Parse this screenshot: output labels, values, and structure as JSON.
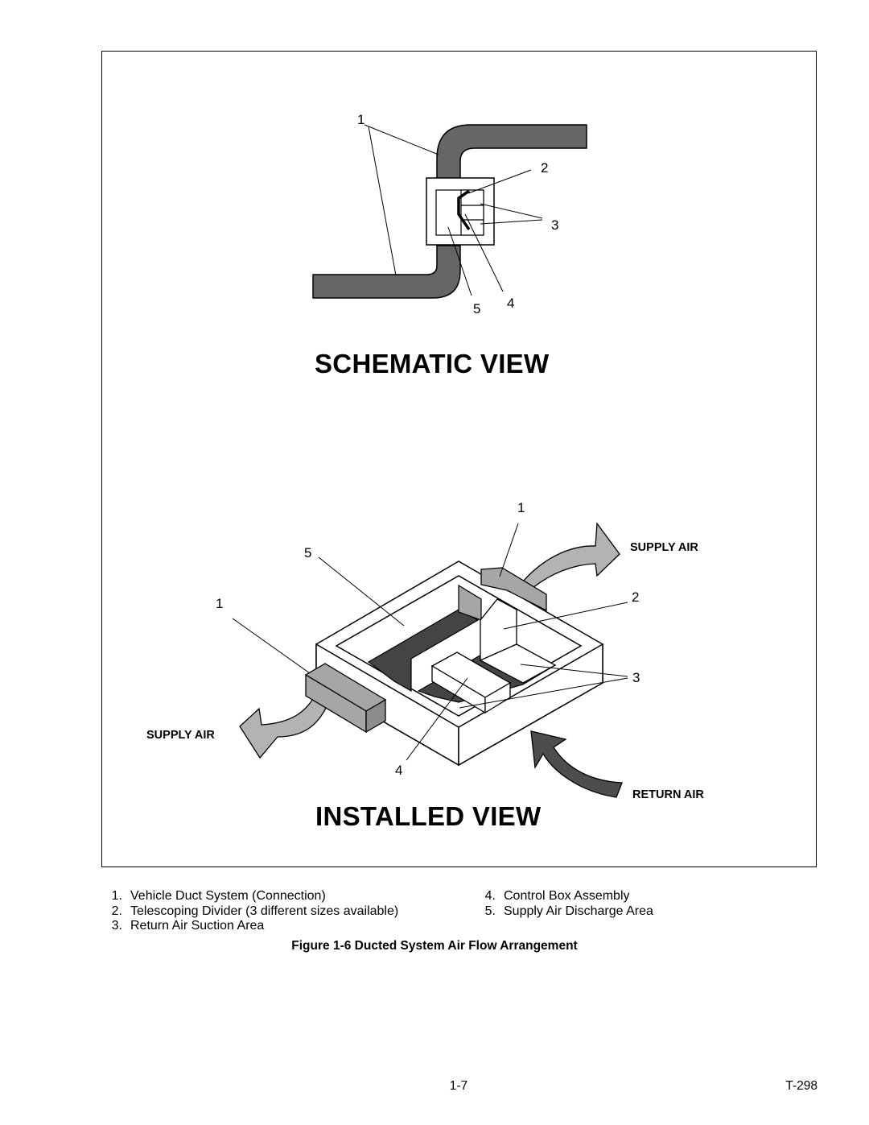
{
  "schematic": {
    "title": "SCHEMATIC VIEW",
    "callouts": {
      "c1": "1",
      "c2": "2",
      "c3": "3",
      "c4": "4",
      "c5": "5"
    },
    "colors": {
      "duct": "#666666",
      "outline": "#000000"
    }
  },
  "installed": {
    "title": "INSTALLED VIEW",
    "callouts": {
      "c1_top": "1",
      "c1_left": "1",
      "c2": "2",
      "c3": "3",
      "c4": "4",
      "c5": "5"
    },
    "labels": {
      "supply_air_right": "SUPPLY AIR",
      "supply_air_left": "SUPPLY AIR",
      "return_air": "RETURN AIR"
    },
    "colors": {
      "supply_arrow": "#b3b3b3",
      "return_arrow": "#4d4d4d",
      "duct_dark": "#444444",
      "box_gray": "#a6a6a6"
    }
  },
  "legend": {
    "left": [
      {
        "num": "1.",
        "text": "Vehicle Duct System (Connection)"
      },
      {
        "num": "2.",
        "text": "Telescoping Divider (3 different sizes available)"
      },
      {
        "num": "3.",
        "text": "Return Air Suction Area"
      }
    ],
    "right": [
      {
        "num": "4.",
        "text": "Control Box Assembly"
      },
      {
        "num": "5.",
        "text": "Supply Air Discharge Area"
      }
    ]
  },
  "caption": "Figure 1-6 Ducted System Air Flow Arrangement",
  "footer": {
    "page": "1-7",
    "doc": "T-298"
  }
}
